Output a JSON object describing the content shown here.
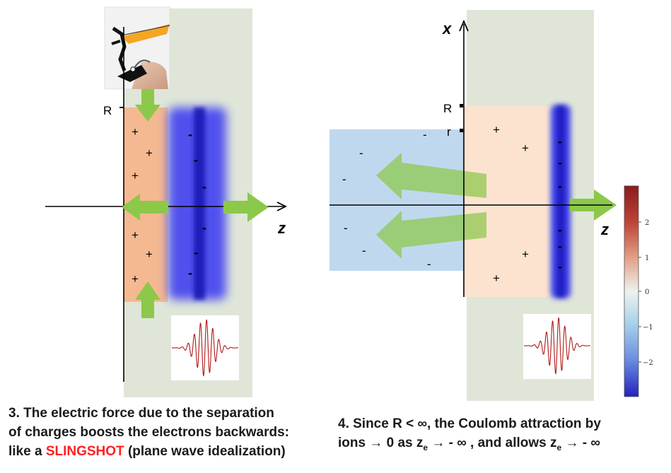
{
  "left_panel": {
    "axis_z": "z",
    "label_R": "R",
    "ion_sign": "+",
    "electron_sign": "-",
    "caption_line1": "3. The electric force due to the separation",
    "caption_line2": "of charges boosts the electrons backwards:",
    "caption_line3_a": "like a ",
    "caption_line3_highlight": "SLINGSHOT",
    "caption_line3_b": "  (plane wave idealization)"
  },
  "right_panel": {
    "axis_x": "x",
    "axis_z": "z",
    "label_R": "R",
    "label_r": "r",
    "ion_sign": "+",
    "electron_sign": "-",
    "caption_line1": "4.  Since R < ∞,  the Coulomb attraction by",
    "caption_line2_a": "ions → 0  as z",
    "caption_line2_sub1": "e",
    "caption_line2_b": " → - ∞ , and allows   z",
    "caption_line2_sub2": "e",
    "caption_line2_c": " → - ∞"
  },
  "colorbar": {
    "ticks": [
      "2",
      "1",
      "0",
      "−1",
      "−2"
    ],
    "stops": [
      "#8b1a1a",
      "#d9886a",
      "#e8f0ea",
      "#8fc2e0",
      "#3030c8"
    ]
  },
  "colors": {
    "background_panel": "#dfe6d8",
    "ion_region": "#f4b990",
    "ion_region_light": "#fbe3d0",
    "electron_band": "#2a2ae8",
    "ejected_electrons": "#c0d8ee",
    "arrow": "#8cc84a",
    "pulse": "#b01818",
    "slingshot_band": "#f5a623"
  }
}
